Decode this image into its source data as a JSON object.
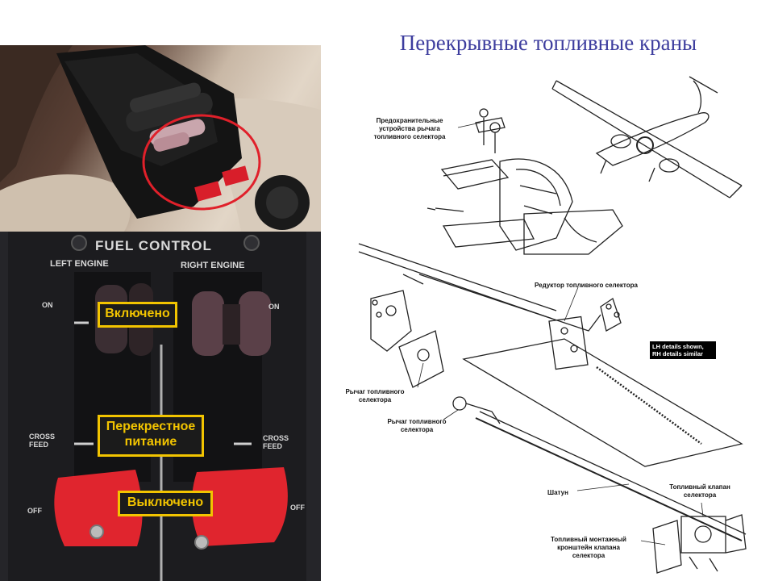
{
  "title": "Перекрывные топливные краны",
  "panel": {
    "heading": "FUEL CONTROL",
    "left_engine": "LEFT ENGINE",
    "right_engine": "RIGHT ENGINE",
    "on_left": "ON",
    "on_right": "ON",
    "cross_feed_left": "CROSS\nFEED",
    "cross_feed_right": "CROSS\nFEED",
    "off_left": "OFF",
    "off_right": "OFF"
  },
  "annotations": {
    "on": "Включено",
    "crossfeed_line1": "Перекрестное",
    "crossfeed_line2": "питание",
    "off": "Выключено"
  },
  "diagram": {
    "safety_devices": [
      "Предохранительные",
      "устройства рычага",
      "топливного селектора"
    ],
    "selector_reducer": "Редуктор топливного селектора",
    "lever_1": [
      "Рычаг топливного",
      "селектора"
    ],
    "lever_2": [
      "Рычаг топливного",
      "селектора"
    ],
    "rod": "Шатун",
    "selector_valve": [
      "Топливный клапан",
      "селектора"
    ],
    "mount_bracket": [
      "Топливный монтажный",
      "кронштейн клапана",
      "селектора"
    ],
    "lh_note_line1": "LH details shown,",
    "lh_note_line2": "RH details similar"
  },
  "colors": {
    "title": "#3d3d9e",
    "annotation_border": "#f2c400",
    "red_lever": "#e0252e",
    "highlight_circle": "#e0202a"
  }
}
